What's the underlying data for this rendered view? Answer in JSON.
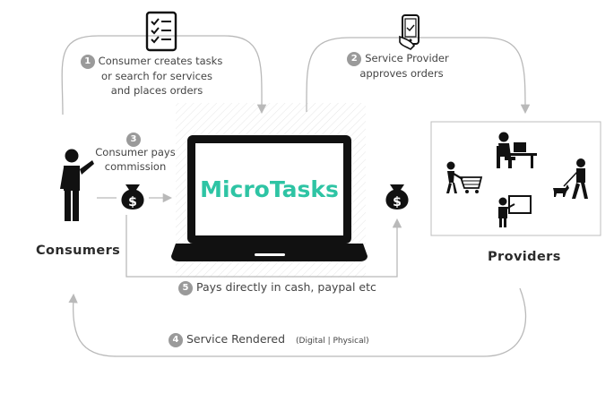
{
  "brand": {
    "name": "MicroTasks",
    "color": "#2ec4a4"
  },
  "colors": {
    "line": "#b9b9b9",
    "badge": "#9a9a9a",
    "icon": "#111111"
  },
  "steps": {
    "s1": {
      "num": "1",
      "lines": [
        "Consumer creates tasks",
        "or search for services",
        "and places orders"
      ]
    },
    "s2": {
      "num": "2",
      "lines": [
        "Service Provider",
        "approves orders"
      ]
    },
    "s3": {
      "num": "3",
      "lines": [
        "Consumer pays",
        "commission"
      ]
    },
    "s4": {
      "num": "4",
      "text": "Service Rendered",
      "note": "(Digital | Physical)"
    },
    "s5": {
      "num": "5",
      "text": "Pays directly in cash, paypal etc"
    }
  },
  "labels": {
    "consumers": "Consumers",
    "providers": "Providers"
  },
  "icons": {
    "task_list": "checklist-icon",
    "phone_approve": "phone-approve-icon",
    "money_bag_left": "money-bag-icon",
    "money_bag_right": "money-bag-icon",
    "consumer": "person-icon",
    "laptop": "laptop-icon",
    "provider_desk": "desk-worker-icon",
    "provider_cart": "shopping-cart-icon",
    "provider_dog": "dog-walker-icon",
    "provider_teacher": "teacher-icon"
  }
}
